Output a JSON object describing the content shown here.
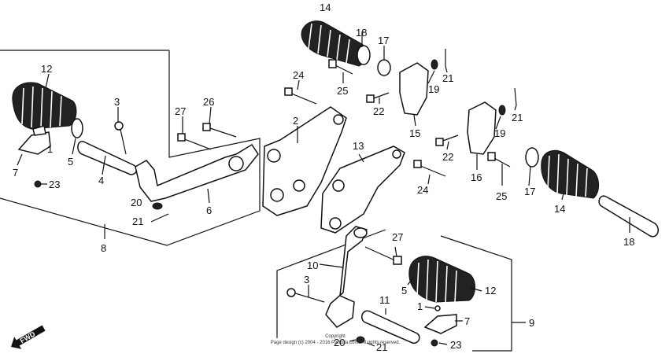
{
  "callouts": {
    "c1a": "1",
    "c1b": "1",
    "c2": "2",
    "c3a": "3",
    "c3b": "3",
    "c4": "4",
    "c5a": "5",
    "c5b": "5",
    "c6": "6",
    "c7a": "7",
    "c7b": "7",
    "c8": "8",
    "c9": "9",
    "c10": "10",
    "c11": "11",
    "c12a": "12",
    "c12b": "12",
    "c13": "13",
    "c14a": "14",
    "c14b": "14",
    "c15": "15",
    "c16": "16",
    "c17a": "17",
    "c17b": "17",
    "c18a": "18",
    "c18b": "18",
    "c19a": "19",
    "c19b": "19",
    "c20a": "20",
    "c20b": "20",
    "c21a": "21",
    "c21b": "21",
    "c21c": "21",
    "c21d": "21",
    "c22a": "22",
    "c22b": "22",
    "c23a": "23",
    "c23b": "23",
    "c24a": "24",
    "c24b": "24",
    "c25a": "25",
    "c25b": "25",
    "c26": "26",
    "c27a": "27",
    "c27b": "27"
  },
  "fwd_label": "FWD",
  "copyright": {
    "line1": "Copyright",
    "line2": "Page design (c) 2004 - 2016 Partzilla.com. All rights reserved."
  }
}
